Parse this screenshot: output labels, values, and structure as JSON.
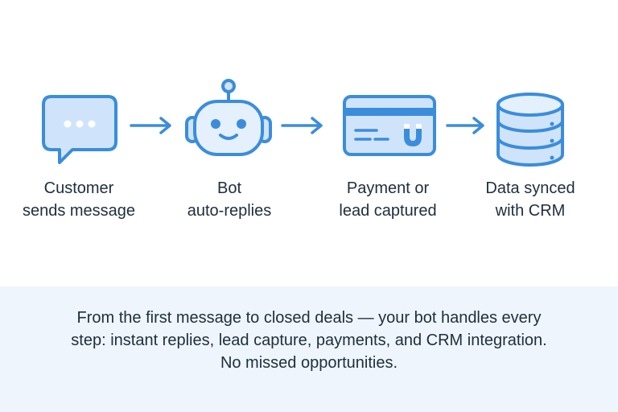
{
  "flow": {
    "steps": [
      {
        "icon": "chat-bubble-icon",
        "label_line1": "Customer",
        "label_line2": "sends message"
      },
      {
        "icon": "robot-icon",
        "label_line1": "Bot",
        "label_line2": "auto-replies"
      },
      {
        "icon": "credit-card-magnet-icon",
        "label_line1": "Payment or",
        "label_line2": "lead captured"
      },
      {
        "icon": "database-icon",
        "label_line1": "Data synced",
        "label_line2": "with CRM"
      }
    ],
    "arrow_icon": "arrow-right-icon"
  },
  "caption": {
    "line1": "From the first message to closed deals — your bot handles every",
    "line2": "step: instant replies, lead capture, payments, and CRM integration.",
    "line3": "No missed opportunities."
  },
  "colors": {
    "stroke": "#3b8ddb",
    "fill": "#cfe4fa",
    "fill_light": "#e4f0fc",
    "text": "#1f2d3d",
    "panel": "#eef5fc"
  }
}
